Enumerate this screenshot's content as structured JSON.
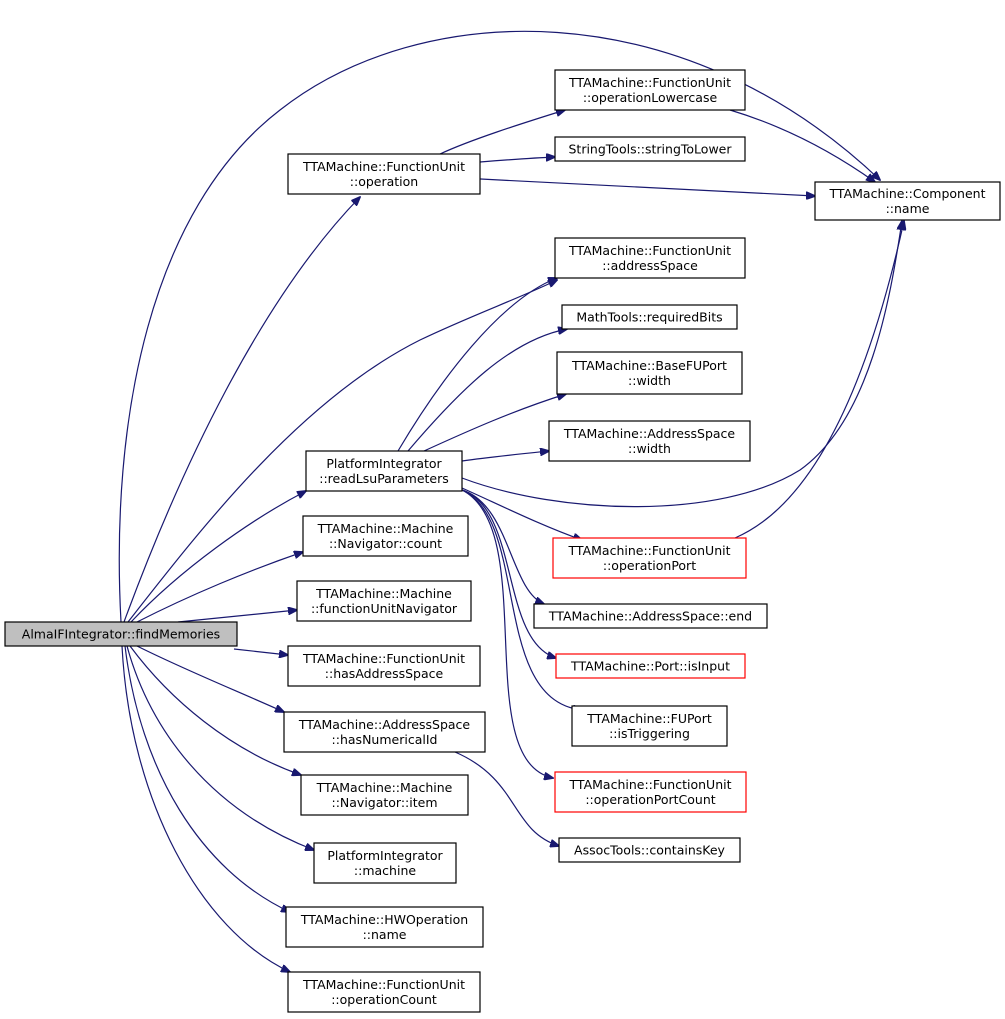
{
  "colors": {
    "edge": "#191970",
    "node_border": "#000000",
    "node_border_red": "#ff0000",
    "root_fill": "#bfbfbf"
  },
  "nodes": {
    "root": {
      "lines": [
        "AlmaIFIntegrator::findMemories"
      ],
      "style": "root"
    },
    "op_lower": {
      "lines": [
        "TTAMachine::FunctionUnit",
        "::operationLowercase"
      ],
      "style": "normal"
    },
    "str_lower": {
      "lines": [
        "StringTools::stringToLower"
      ],
      "style": "normal"
    },
    "fu_op": {
      "lines": [
        "TTAMachine::FunctionUnit",
        "::operation"
      ],
      "style": "normal"
    },
    "comp_name": {
      "lines": [
        "TTAMachine::Component",
        "::name"
      ],
      "style": "normal"
    },
    "fu_as": {
      "lines": [
        "TTAMachine::FunctionUnit",
        "::addressSpace"
      ],
      "style": "normal"
    },
    "req_bits": {
      "lines": [
        "MathTools::requiredBits"
      ],
      "style": "normal"
    },
    "basefu_w": {
      "lines": [
        "TTAMachine::BaseFUPort",
        "::width"
      ],
      "style": "normal"
    },
    "as_width": {
      "lines": [
        "TTAMachine::AddressSpace",
        "::width"
      ],
      "style": "normal"
    },
    "read_lsu": {
      "lines": [
        "PlatformIntegrator",
        "::readLsuParameters"
      ],
      "style": "normal"
    },
    "nav_count": {
      "lines": [
        "TTAMachine::Machine",
        "::Navigator::count"
      ],
      "style": "normal"
    },
    "op_port": {
      "lines": [
        "TTAMachine::FunctionUnit",
        "::operationPort"
      ],
      "style": "red"
    },
    "fu_nav": {
      "lines": [
        "TTAMachine::Machine",
        "::functionUnitNavigator"
      ],
      "style": "normal"
    },
    "as_end": {
      "lines": [
        "TTAMachine::AddressSpace::end"
      ],
      "style": "normal"
    },
    "port_input": {
      "lines": [
        "TTAMachine::Port::isInput"
      ],
      "style": "red"
    },
    "has_as": {
      "lines": [
        "TTAMachine::FunctionUnit",
        "::hasAddressSpace"
      ],
      "style": "normal"
    },
    "fuport_trig": {
      "lines": [
        "TTAMachine::FUPort",
        "::isTriggering"
      ],
      "style": "normal"
    },
    "has_numid": {
      "lines": [
        "TTAMachine::AddressSpace",
        "::hasNumericalId"
      ],
      "style": "normal"
    },
    "op_port_cnt": {
      "lines": [
        "TTAMachine::FunctionUnit",
        "::operationPortCount"
      ],
      "style": "red"
    },
    "nav_item": {
      "lines": [
        "TTAMachine::Machine",
        "::Navigator::item"
      ],
      "style": "normal"
    },
    "contains_key": {
      "lines": [
        "AssocTools::containsKey"
      ],
      "style": "normal"
    },
    "pi_machine": {
      "lines": [
        "PlatformIntegrator",
        "::machine"
      ],
      "style": "normal"
    },
    "hwop_name": {
      "lines": [
        "TTAMachine::HWOperation",
        "::name"
      ],
      "style": "normal"
    },
    "op_count": {
      "lines": [
        "TTAMachine::FunctionUnit",
        "::operationCount"
      ],
      "style": "normal"
    }
  },
  "edges": [
    [
      "root",
      "comp_name"
    ],
    [
      "root",
      "fu_op"
    ],
    [
      "root",
      "fu_as"
    ],
    [
      "root",
      "read_lsu"
    ],
    [
      "root",
      "nav_count"
    ],
    [
      "root",
      "fu_nav"
    ],
    [
      "root",
      "has_as"
    ],
    [
      "root",
      "has_numid"
    ],
    [
      "root",
      "nav_item"
    ],
    [
      "root",
      "pi_machine"
    ],
    [
      "root",
      "hwop_name"
    ],
    [
      "root",
      "op_count"
    ],
    [
      "fu_op",
      "op_lower"
    ],
    [
      "fu_op",
      "str_lower"
    ],
    [
      "fu_op",
      "comp_name"
    ],
    [
      "op_lower",
      "comp_name"
    ],
    [
      "read_lsu",
      "fu_as"
    ],
    [
      "read_lsu",
      "req_bits"
    ],
    [
      "read_lsu",
      "basefu_w"
    ],
    [
      "read_lsu",
      "as_width"
    ],
    [
      "read_lsu",
      "comp_name"
    ],
    [
      "read_lsu",
      "op_port"
    ],
    [
      "read_lsu",
      "as_end"
    ],
    [
      "read_lsu",
      "port_input"
    ],
    [
      "read_lsu",
      "fuport_trig"
    ],
    [
      "read_lsu",
      "op_port_cnt"
    ],
    [
      "op_port",
      "comp_name"
    ],
    [
      "has_numid",
      "contains_key"
    ]
  ]
}
